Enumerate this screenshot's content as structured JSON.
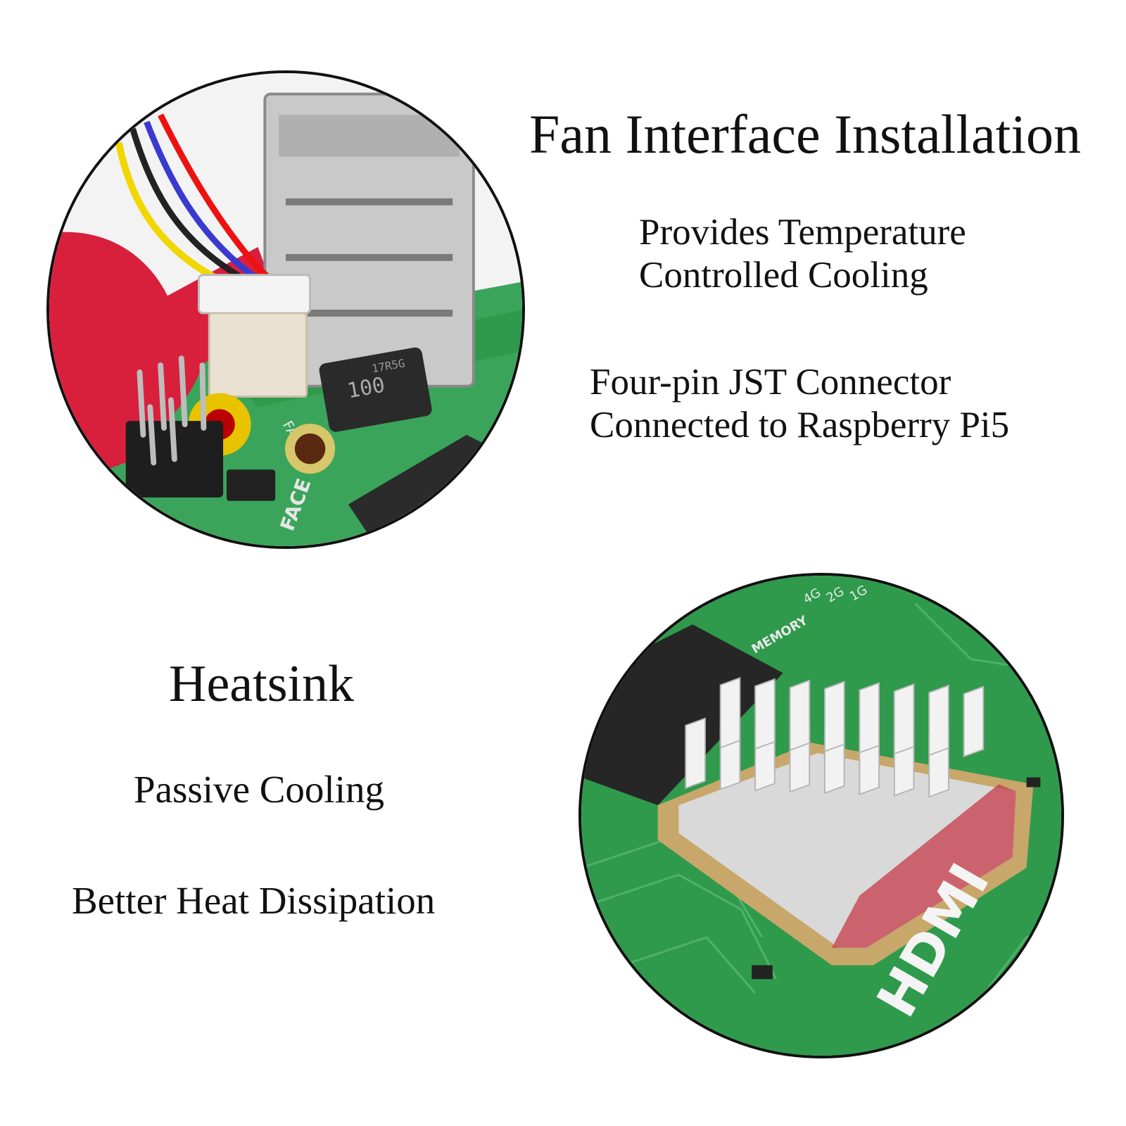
{
  "fan_section": {
    "title": "Fan Interface Installation",
    "features": [
      {
        "lines": [
          "Provides Temperature",
          "Controlled Cooling"
        ]
      },
      {
        "lines": [
          "Four-pin JST Connector",
          "Connected to Raspberry Pi5"
        ]
      }
    ],
    "photo_markings": {
      "chip_text": "100",
      "chip_code": "17R5G",
      "board_label": "FAN",
      "silkscreen": "FACE"
    }
  },
  "heatsink_section": {
    "title": "Heatsink",
    "features": [
      {
        "lines": [
          "Passive Cooling"
        ]
      },
      {
        "lines": [
          "Better Heat Dissipation"
        ]
      }
    ],
    "photo_markings": {
      "board_label": "MEMORY",
      "memory_sizes": [
        "4G",
        "2G",
        "1G"
      ],
      "hdmi_label": "HDMI"
    }
  },
  "colors": {
    "pcb_green": "#2f9a4c",
    "fan_red": "#d81f3c",
    "heatsink_silver": "#e6e6e6",
    "text": "#111111"
  }
}
